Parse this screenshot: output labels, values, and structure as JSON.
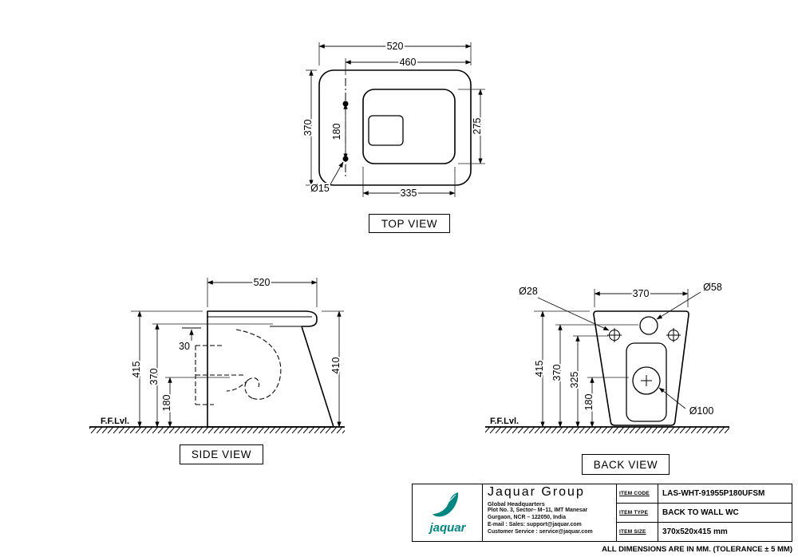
{
  "colors": {
    "brand_teal": "#008781",
    "line_black": "#000000"
  },
  "top_view": {
    "title": "TOP VIEW",
    "width_overall": "520",
    "width_inner": "460",
    "depth_overall": "370",
    "hinge_span": "180",
    "opening_depth": "275",
    "opening_width": "335",
    "hinge_hole_dia": "Ø15"
  },
  "side_view": {
    "title": "SIDE VIEW",
    "depth_overall": "520",
    "height_overall": "415",
    "height_rim": "370",
    "height_outlet": "180",
    "seat_thickness": "30",
    "height_front": "410",
    "floor_label": "F.F.Lvl."
  },
  "back_view": {
    "title": "BACK VIEW",
    "width_top": "370",
    "inlet_dia": "Ø28",
    "flush_hole_dia": "Ø58",
    "height_overall": "415",
    "height_flush": "370",
    "height_inlet": "325",
    "height_outlet": "180",
    "outlet_dia": "Ø100",
    "floor_label": "F.F.Lvl."
  },
  "title_block": {
    "brand_word": "jaquar",
    "company": "Jaquar Group",
    "headquarters": "Global Headquarters",
    "address_line1": "Plot No. 3, Sector– M–11, IMT Manesar",
    "address_line2": "Gurgaon, NCR – 122050, India",
    "email_line": "E-mail : Sales: support@jaquar.com",
    "service_line": "Customer Service : service@jaquar.com",
    "rows": [
      {
        "label": "ITEM CODE",
        "value": "LAS-WHT-91955P180UFSM"
      },
      {
        "label": "ITEM TYPE",
        "value": "BACK TO WALL WC"
      },
      {
        "label": "ITEM SIZE",
        "value": "370x520x415 mm"
      }
    ],
    "tolerance_note": "ALL DIMENSIONS ARE IN MM. (TOLERANCE ± 5 MM)"
  }
}
